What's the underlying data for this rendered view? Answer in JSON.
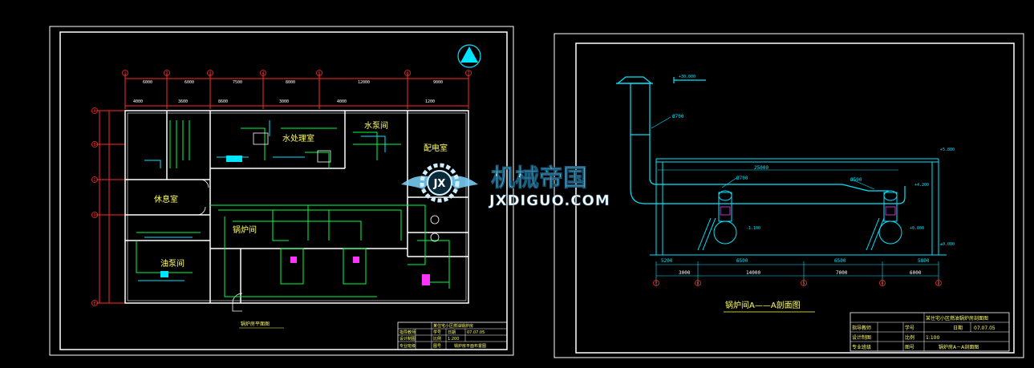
{
  "colors": {
    "background": "#000000",
    "frame": "#ffffff",
    "wall": "#ffffff",
    "dimension": "#ff2a2a",
    "pipe_green": "#00ff40",
    "pipe_cyan": "#00e5ff",
    "text_yellow": "#ffff66",
    "watermark_cyan": "#7fd6ff",
    "equip_magenta": "#ff33ff"
  },
  "plan": {
    "north_mark": "",
    "axes_h": [
      "1",
      "2",
      "3",
      "4",
      "5",
      "6",
      "7"
    ],
    "axes_v": [
      "A",
      "B",
      "C",
      "D",
      "E"
    ],
    "rooms": {
      "water_treatment": "水处理室",
      "pump_room": "水泵间",
      "power_room": "配电室",
      "rest_room": "休息室",
      "boiler_room": "锅炉间",
      "oil_pump_room": "油泵间"
    },
    "caption": "锅炉房平面图",
    "title_block": {
      "project": "某住宅小区燃油锅炉房",
      "row1": [
        "指导教师",
        "",
        "学号",
        "",
        "日期",
        "07.07.05"
      ],
      "row2": [
        "设计制图",
        "",
        "比例",
        "1:200",
        "",
        ""
      ],
      "row3": [
        "专业班级",
        "",
        "图号",
        "",
        "锅炉房平面布置图",
        ""
      ]
    }
  },
  "section": {
    "caption": "锅炉间A——A剖面图",
    "dims_top": [
      "25000"
    ],
    "dims_pipe": [
      "Ø700",
      "Ø700",
      "Ø500"
    ],
    "dims_row1": [
      "5200",
      "6500",
      "6500",
      "5800"
    ],
    "dims_row2": [
      "3000",
      "14000",
      "7000",
      "6000"
    ],
    "axes": [
      "7",
      "6",
      "5",
      "4",
      "3"
    ],
    "title_block": {
      "project": "某住宅小区燃油锅炉房剖面图",
      "row1": [
        "指导教师",
        "",
        "学号",
        "",
        "日期",
        "07.07.05"
      ],
      "row2": [
        "设计制图",
        "",
        "比例",
        "1:100",
        "",
        ""
      ],
      "row3": [
        "专业班级",
        "",
        "图号",
        "",
        "锅炉房A－A剖面图",
        ""
      ]
    }
  },
  "watermark": {
    "brand": "机械帝国",
    "domain": "JXDIGUO.COM",
    "logo_letters": "JX"
  }
}
